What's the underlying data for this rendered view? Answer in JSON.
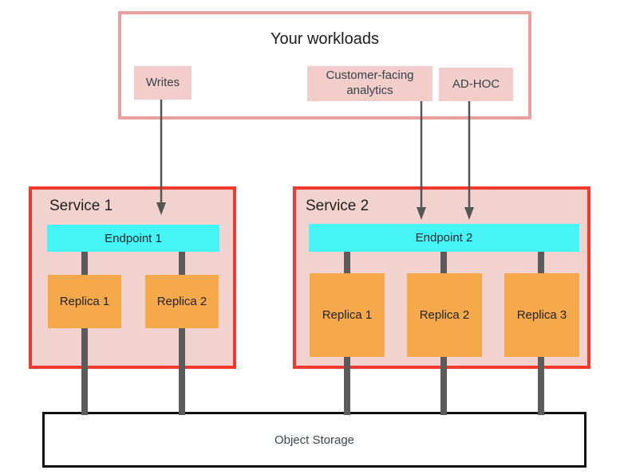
{
  "workloads": {
    "title": "Your workloads",
    "items": [
      {
        "label": "Writes"
      },
      {
        "label": "Customer-facing analytics"
      },
      {
        "label": "AD-HOC"
      }
    ]
  },
  "services": [
    {
      "title": "Service 1",
      "endpoint": "Endpoint 1",
      "replicas": [
        "Replica 1",
        "Replica 2"
      ]
    },
    {
      "title": "Service 2",
      "endpoint": "Endpoint 2",
      "replicas": [
        "Replica 1",
        "Replica 2",
        "Replica 3"
      ]
    }
  ],
  "storage": {
    "label": "Object Storage"
  },
  "colors": {
    "workloads_border": "#E9A19D",
    "label_box_fill": "#F2CDC9",
    "service_border": "#F0382C",
    "service_fill": "#F2D2CE",
    "endpoint_fill": "#45F5F5",
    "replica_fill": "#F5A94B",
    "connector_gray": "#5B5B5B",
    "arrow_gray": "#555555",
    "storage_border": "#111111"
  }
}
